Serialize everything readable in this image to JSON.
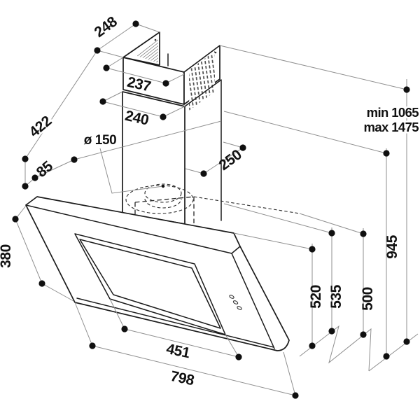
{
  "figure": {
    "type": "technical dimension drawing",
    "subject": "wall-mounted inclined cooker hood with chimney duct",
    "units": "mm",
    "outline_color": "#1b1b1b",
    "dimension_line_color": "#8f8f8f",
    "background_color": "#ffffff"
  },
  "dimensions": {
    "chimney_top_depth": "248",
    "chimney_upper_width": "237",
    "chimney_lower_width": "240",
    "duct_diameter": "ø 150",
    "hood_top_depth": "422",
    "wall_offset": "85",
    "chimney_lower_depth": "250",
    "mounting_height_min": "min 1065",
    "mounting_height_max": "max 1475",
    "height_back": "945",
    "side_panel_length": "380",
    "height_front": "520",
    "height_mid": "535",
    "height_duct": "500",
    "glass_width": "451",
    "overall_width": "798"
  }
}
